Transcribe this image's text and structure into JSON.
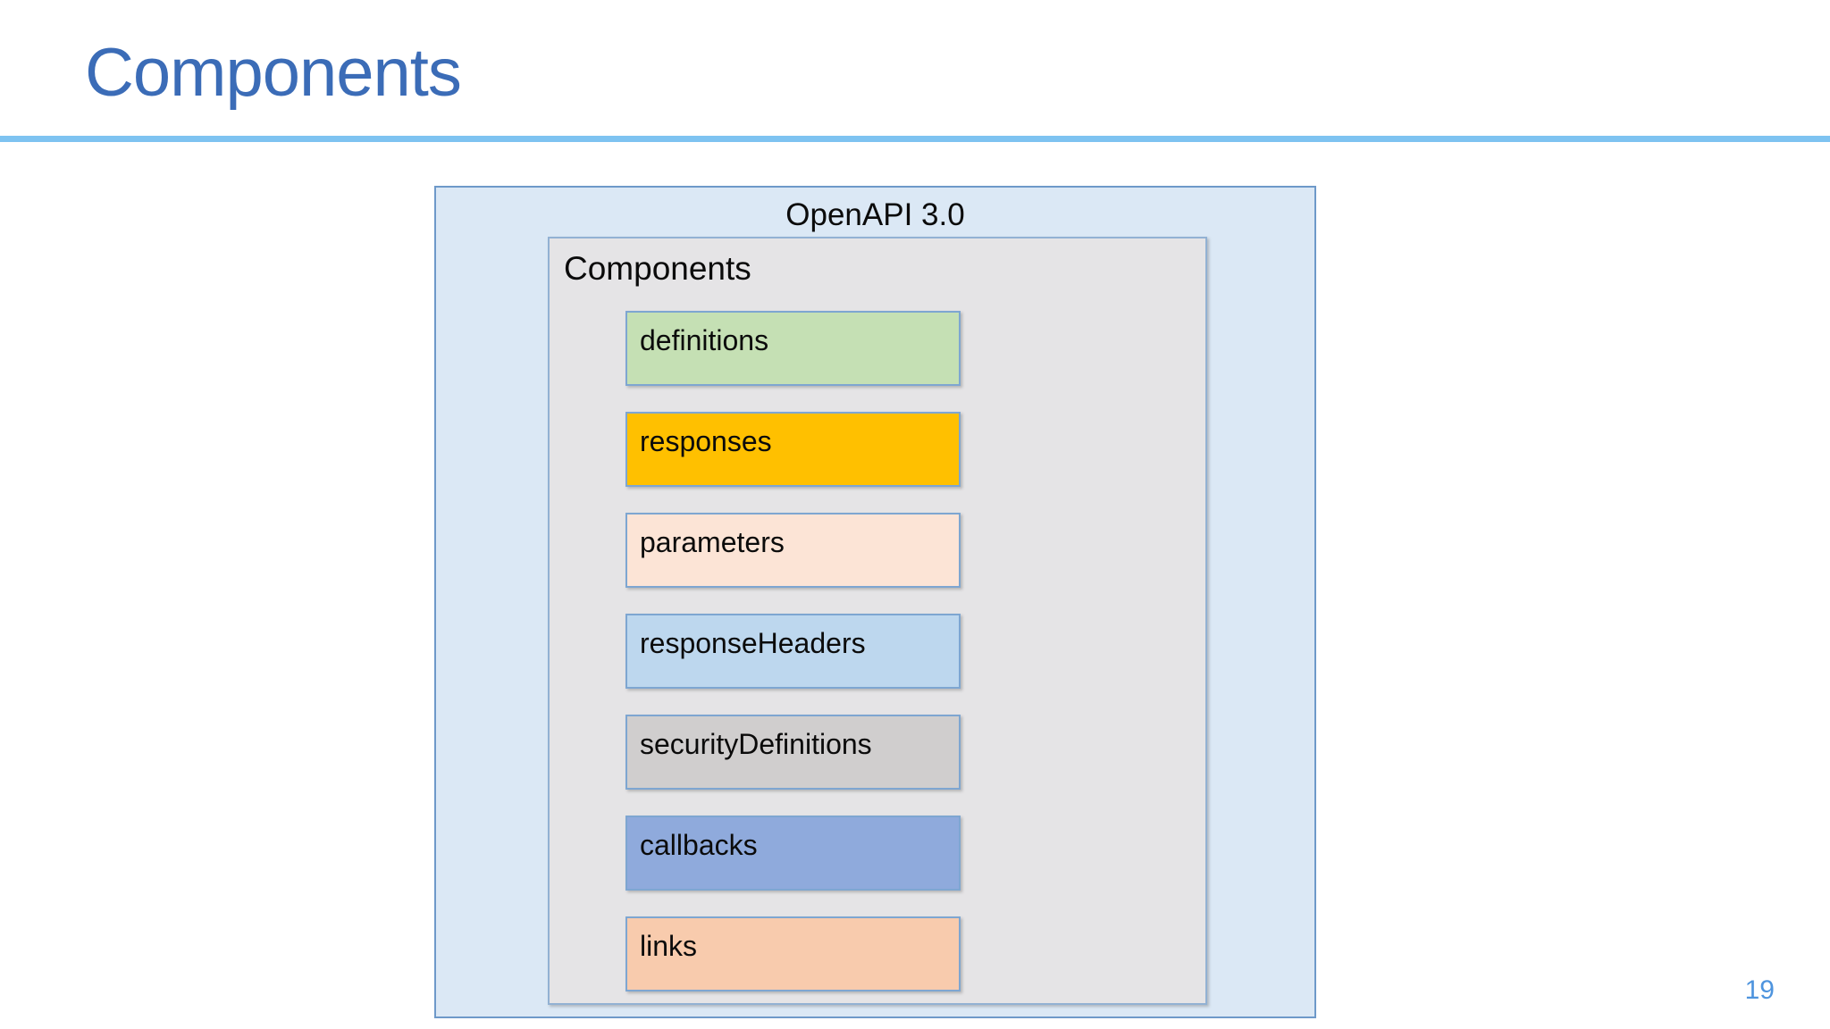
{
  "slide": {
    "title": "Components",
    "page_number": "19"
  },
  "diagram": {
    "outer_label": "OpenAPI 3.0",
    "inner_label": "Components",
    "items": [
      {
        "label": "definitions",
        "fill": "#C5E0B4"
      },
      {
        "label": "responses",
        "fill": "#FFC000"
      },
      {
        "label": "parameters",
        "fill": "#FCE4D6"
      },
      {
        "label": "responseHeaders",
        "fill": "#BDD7EE"
      },
      {
        "label": "securityDefinitions",
        "fill": "#D0CECE"
      },
      {
        "label": "callbacks",
        "fill": "#8FAADC"
      },
      {
        "label": "links",
        "fill": "#F8CBAD"
      }
    ]
  },
  "colors": {
    "title": "#3B6CB7",
    "rule": "#7EC3F1",
    "page_number": "#4E94DE",
    "outer_bg": "#DBE8F5",
    "outer_border": "#6E99C9",
    "inner_bg": "#E5E4E6",
    "inner_border": "#92B1D3",
    "item_border": "#7EA6D1",
    "label_text": "#0B0B0B"
  }
}
